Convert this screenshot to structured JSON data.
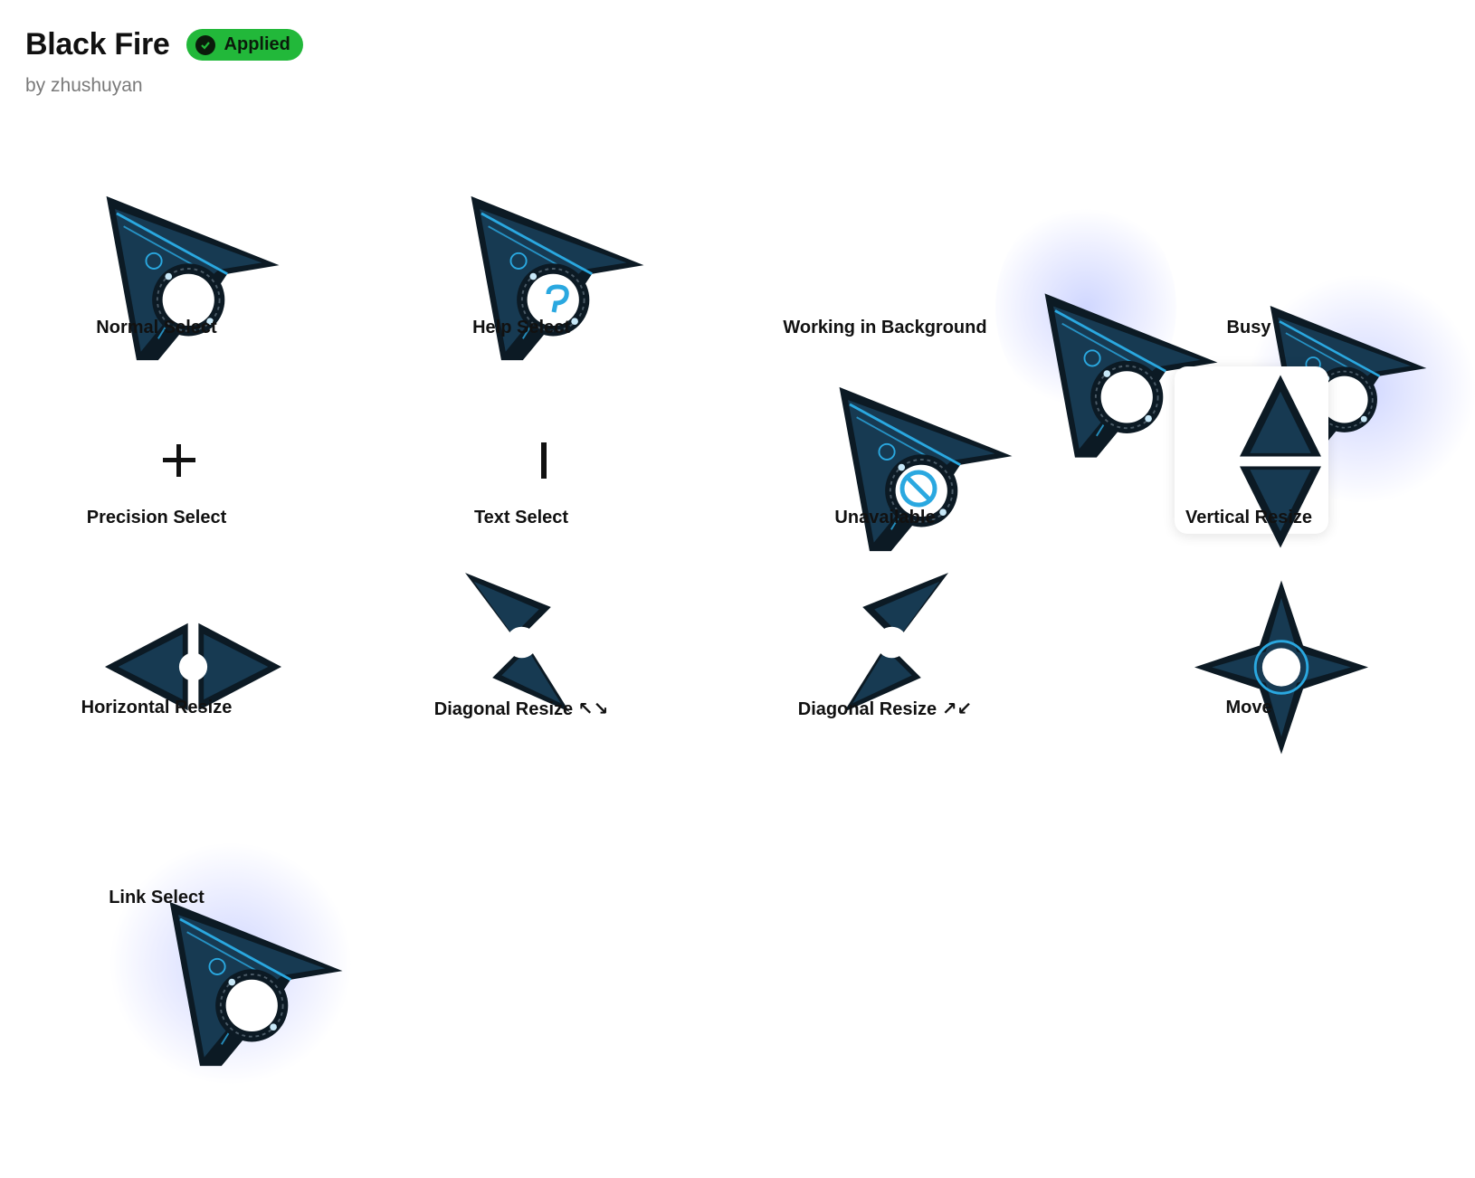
{
  "theme": {
    "title": "Black Fire",
    "status": "Applied",
    "author": "by zhushuyan",
    "colors": {
      "badge": "#22b83a",
      "accent": "#2aa8e0",
      "cursor_dark": "#0c1a24"
    }
  },
  "cursors": [
    {
      "label": "Normal Select",
      "icon": "arrow-ring-cursor-icon"
    },
    {
      "label": "Help Select",
      "icon": "help-arrow-cursor-icon"
    },
    {
      "label": "Working in Background",
      "icon": "background-work-cursor-icon"
    },
    {
      "label": "Busy",
      "icon": "busy-cursor-icon"
    },
    {
      "label": "Precision Select",
      "icon": "crosshair-icon"
    },
    {
      "label": "Text Select",
      "icon": "text-beam-icon"
    },
    {
      "label": "Unavailable",
      "icon": "unavailable-cursor-icon"
    },
    {
      "label": "Vertical Resize",
      "icon": "vertical-resize-icon"
    },
    {
      "label": "Horizontal Resize",
      "icon": "horizontal-resize-icon"
    },
    {
      "label": "Diagonal Resize ↖↘",
      "icon": "diagonal-resize-nwse-icon"
    },
    {
      "label": "Diagonal Resize ↗↙",
      "icon": "diagonal-resize-nesw-icon"
    },
    {
      "label": "Move",
      "icon": "move-cursor-icon"
    },
    {
      "label": "Link Select",
      "icon": "link-cursor-icon"
    }
  ]
}
